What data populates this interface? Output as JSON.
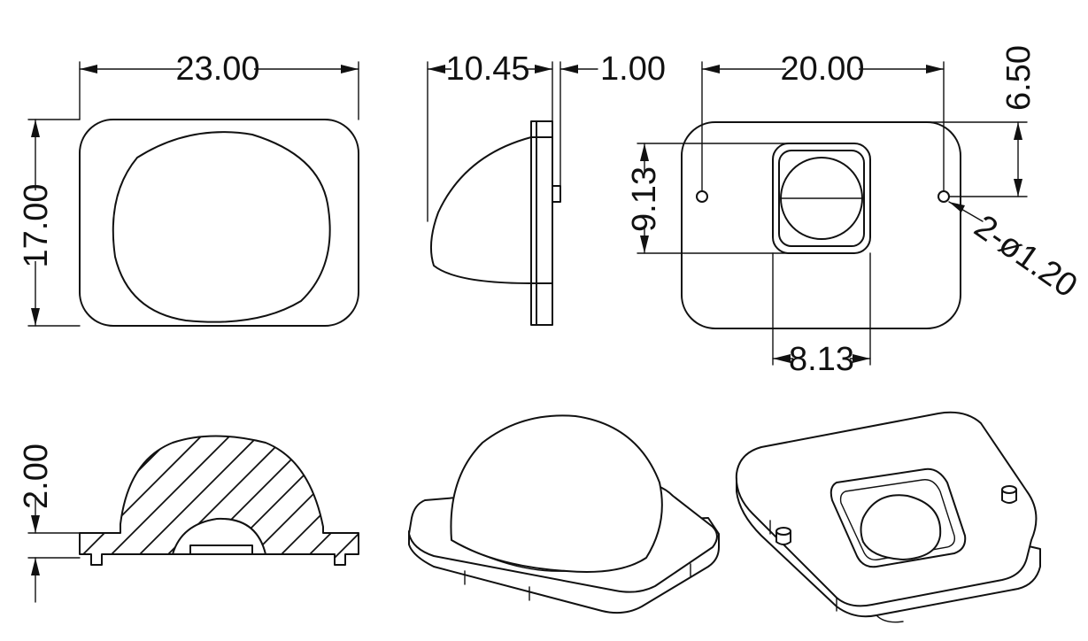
{
  "dimensions": {
    "width_top": "23.00",
    "height_left": "17.00",
    "depth_side": "10.45",
    "flange_side": "1.00",
    "hole_spacing": "20.00",
    "hole_offset": "6.50",
    "cavity_height": "9.13",
    "cavity_width": "8.13",
    "hole_callout": "2-ø1.20",
    "section_height": "2.00"
  }
}
